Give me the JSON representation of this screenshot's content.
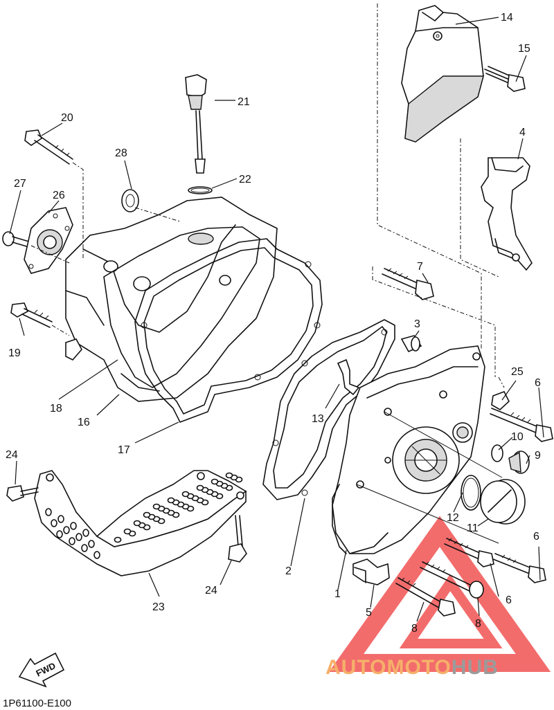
{
  "diagram_code": "1P61100-E100",
  "direction_arrow": "FWD",
  "watermark": {
    "text_a": "AUTOMOTO",
    "text_b": "HUB",
    "color_a": "#f6b06a",
    "color_b": "#9b9b9b",
    "triangle_color": "#ef3b3b"
  },
  "callouts": {
    "p1": "1",
    "p2": "2",
    "p3": "3",
    "p4": "4",
    "p5": "5",
    "p6a": "6",
    "p6b": "6",
    "p6c": "6",
    "p7": "7",
    "p8a": "8",
    "p8b": "8",
    "p9": "9",
    "p10": "10",
    "p11": "11",
    "p12": "12",
    "p13": "13",
    "p14": "14",
    "p15": "15",
    "p16": "16",
    "p17": "17",
    "p18": "18",
    "p19": "19",
    "p20": "20",
    "p21": "21",
    "p22": "22",
    "p23": "23",
    "p24a": "24",
    "p24b": "24",
    "p25": "25",
    "p26": "26",
    "p27": "27",
    "p28": "28"
  }
}
